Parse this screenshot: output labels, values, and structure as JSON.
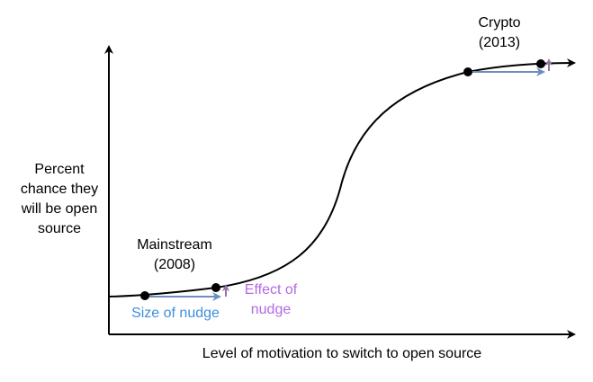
{
  "labels": {
    "y_axis": [
      "Percent",
      "chance they",
      "will be open",
      "source"
    ],
    "x_axis": "Level of motivation to switch to open source",
    "mainstream": [
      "Mainstream",
      "(2008)"
    ],
    "crypto": [
      "Crypto",
      "(2013)"
    ],
    "size_of_nudge": "Size of nudge",
    "effect_of_nudge": [
      "Effect of",
      "nudge"
    ]
  },
  "colors": {
    "axis": "#000000",
    "curve": "#000000",
    "point": "#000000",
    "nudge_arrow": "#6c8ebf",
    "effect_arrow": "#9673a6",
    "size_text": "#3d8fe0",
    "effect_text": "#b36ae3"
  }
}
